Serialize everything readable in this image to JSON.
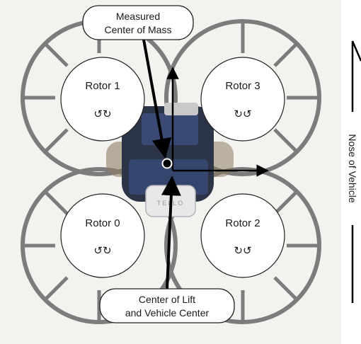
{
  "annotations": {
    "center_of_mass": {
      "line1": "Measured",
      "line2": "Center of Mass"
    },
    "center_of_lift": {
      "line1": "Center of Lift",
      "line2": "and Vehicle Center"
    }
  },
  "rotors": [
    {
      "label": "Rotor 1",
      "spin_glyph": "↺↻"
    },
    {
      "label": "Rotor 3",
      "spin_glyph": "↻↺"
    },
    {
      "label": "Rotor 0",
      "spin_glyph": "↺↻"
    },
    {
      "label": "Rotor 2",
      "spin_glyph": "↻↺"
    }
  ],
  "axis": {
    "label": "Nose of Vehicle"
  },
  "drone": {
    "brand_mark": "TELLO"
  },
  "colors": {
    "photo_bg": "#f4f2ef",
    "guard": "#7c7c7c",
    "rotor_fill": "#ffffff",
    "arrow": "#000000",
    "chassis": "#2c3448",
    "body_white": "#e8e8ea"
  }
}
